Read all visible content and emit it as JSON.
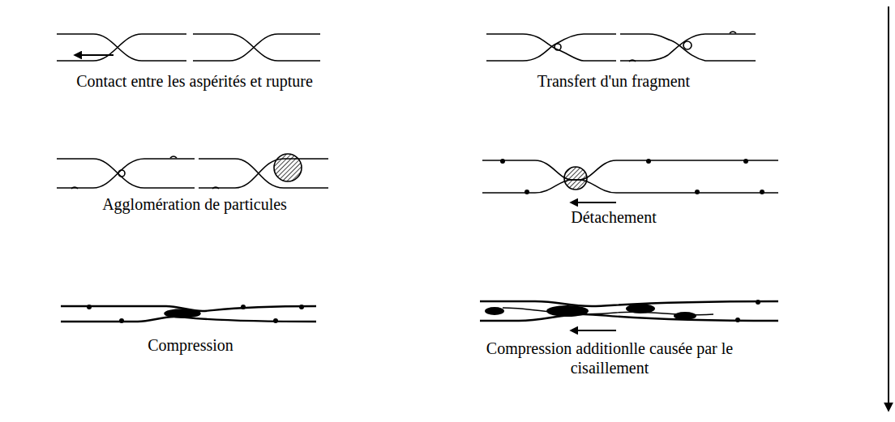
{
  "diagram": {
    "labels": [
      "Contact entre les aspérités et rupture",
      "Transfert d'un fragment",
      "Agglomération de particules",
      "Détachement",
      "Compression",
      "Compression additionlle causée par le cisaillement"
    ]
  }
}
